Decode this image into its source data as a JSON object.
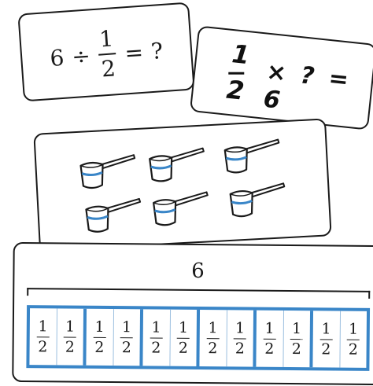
{
  "card_equation": {
    "dividend": "6",
    "divide_sign": "÷",
    "numerator": "1",
    "denominator": "2",
    "equals_sign": "=",
    "unknown": "?"
  },
  "card_handwritten": {
    "numerator": "1",
    "denominator": "2",
    "rest": "× ? = 6"
  },
  "scoops": {
    "count": 6,
    "cup_color": "#3a86c8"
  },
  "tape_diagram": {
    "whole_label": "6",
    "groups": [
      [
        {
          "n": "1",
          "d": "2"
        },
        {
          "n": "1",
          "d": "2"
        }
      ],
      [
        {
          "n": "1",
          "d": "2"
        },
        {
          "n": "1",
          "d": "2"
        }
      ],
      [
        {
          "n": "1",
          "d": "2"
        },
        {
          "n": "1",
          "d": "2"
        }
      ],
      [
        {
          "n": "1",
          "d": "2"
        },
        {
          "n": "1",
          "d": "2"
        }
      ],
      [
        {
          "n": "1",
          "d": "2"
        },
        {
          "n": "1",
          "d": "2"
        }
      ],
      [
        {
          "n": "1",
          "d": "2"
        },
        {
          "n": "1",
          "d": "2"
        }
      ]
    ],
    "border_color": "#3a86c8"
  }
}
